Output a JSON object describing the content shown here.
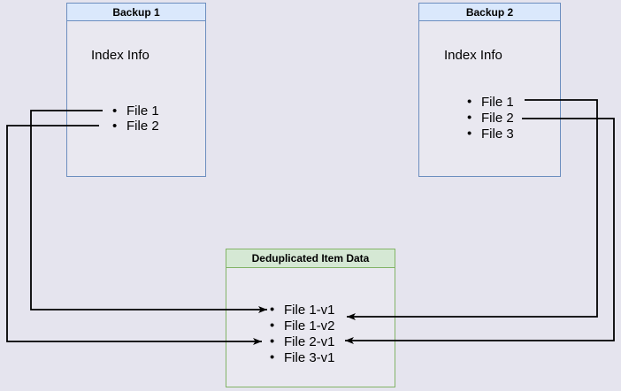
{
  "diagram": {
    "background_color": "#e5e4ee",
    "backup1": {
      "title": "Backup 1",
      "body_label": "Index Info",
      "files": [
        "File 1",
        "File 2"
      ],
      "border_color": "#6c8ebf",
      "header_fill": "#dae8fc"
    },
    "backup2": {
      "title": "Backup 2",
      "body_label": "Index Info",
      "files": [
        "File 1",
        "File 2",
        "File 3"
      ],
      "border_color": "#6c8ebf",
      "header_fill": "#dae8fc"
    },
    "dedup": {
      "title": "Deduplicated Item Data",
      "items": [
        "File 1-v1",
        "File 1-v2",
        "File 2-v1",
        "File 3-v1"
      ],
      "border_color": "#82b366",
      "header_fill": "#d5e8d4"
    },
    "connections": [
      {
        "from": "Backup 1 / File 1",
        "to": "Deduplicated Item Data / File 1-v1",
        "side": "left"
      },
      {
        "from": "Backup 1 / File 2",
        "to": "Deduplicated Item Data / File 2-v1",
        "side": "left"
      },
      {
        "from": "Backup 2 / File 1",
        "to": "Deduplicated Item Data / File 1-v2",
        "side": "right"
      },
      {
        "from": "Backup 2 / File 2",
        "to": "Deduplicated Item Data / File 2-v1",
        "side": "right"
      }
    ],
    "connector_color": "#000000"
  }
}
